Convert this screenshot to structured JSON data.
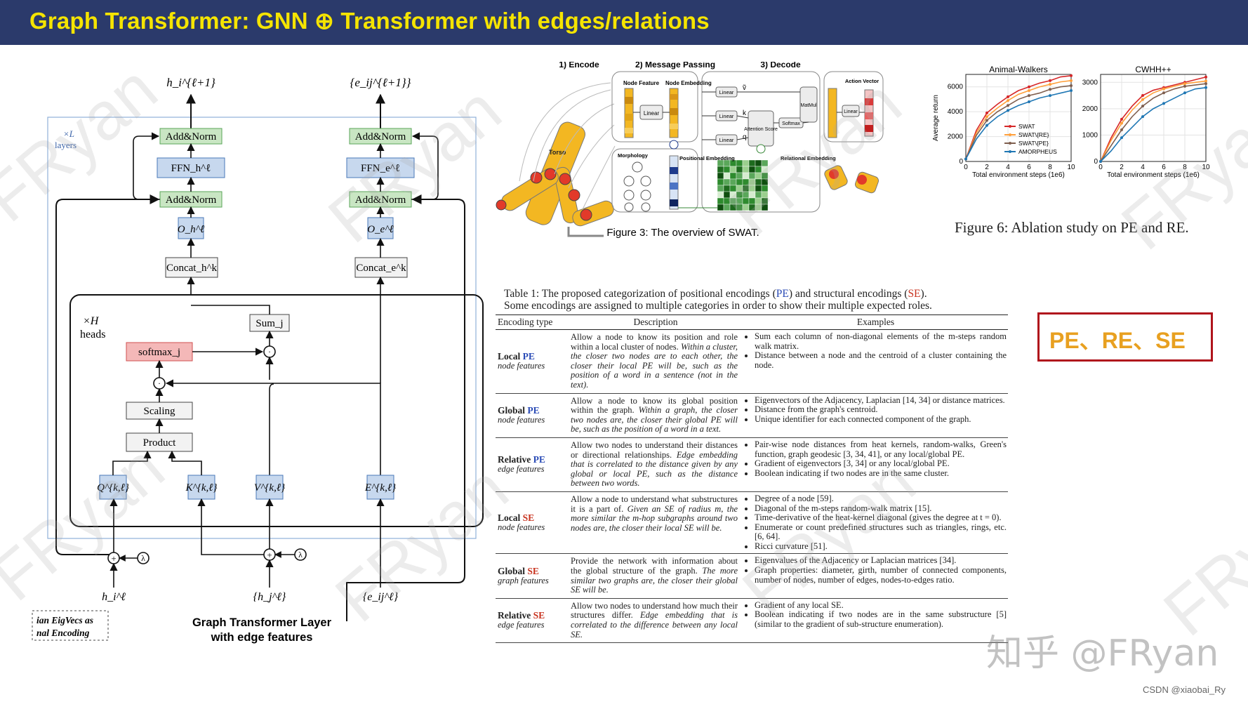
{
  "slide_title": "Graph Transformer: GNN ⊕ Transformer with edges/relations",
  "gt_layer": {
    "out_node": "h_i^{ℓ+1}",
    "out_edge": "{e_ij^{ℓ+1}}",
    "layers_label_1": "×L",
    "layers_label_2": "layers",
    "heads_label_1": "×H",
    "heads_label_2": "heads",
    "addnorm": "Add&Norm",
    "ffn_h": "FFN_h^ℓ",
    "ffn_e": "FFN_e^ℓ",
    "o_h": "O_h^ℓ",
    "o_e": "O_e^ℓ",
    "concat_h": "Concat_h^k",
    "concat_e": "Concat_e^k",
    "sum": "Sum_j",
    "softmax": "softmax_j",
    "scaling": "Scaling",
    "product": "Product",
    "q": "Q^{k,ℓ}",
    "k": "K^{k,ℓ}",
    "v": "V^{k,ℓ}",
    "e": "E^{k,ℓ}",
    "lambda": "λ",
    "in_h": "h_i^ℓ",
    "in_hj": "{h_j^ℓ}",
    "in_e": "{e_ij^ℓ}",
    "legend_1": "ian EigVecs as",
    "legend_2": "nal Encoding",
    "caption_1": "Graph Transformer Layer",
    "caption_2": "with edge features"
  },
  "swat": {
    "step1": "1) Encode",
    "step2": "2) Message Passing",
    "step3": "3) Decode",
    "node_feature": "Node Feature",
    "node_embedding": "Node Embedding",
    "linear": "Linear",
    "v": "ṽ",
    "k": "k",
    "q": "q",
    "attention": "Attention Score",
    "softmax": "Softmax",
    "matmul": "MatMul",
    "action_vector": "Action Vector",
    "torso": "Torso",
    "morphology": "Morphology",
    "positional": "Positional Embedding",
    "relational": "Relational Embedding",
    "caption": "Figure 3: The overview of SWAT."
  },
  "fig6": {
    "caption": "Figure 6: Ablation study on PE and RE.",
    "ylabel": "Average return",
    "xlabel": "Total environment steps (1e6)"
  },
  "chart_data": [
    {
      "type": "line",
      "title": "Animal-Walkers",
      "xlabel": "Total environment steps (1e6)",
      "ylabel": "Average return",
      "xlim": [
        0,
        10
      ],
      "ylim": [
        0,
        7000
      ],
      "xticks": [
        0,
        2,
        4,
        6,
        8,
        10
      ],
      "yticks": [
        0,
        2000,
        4000,
        6000
      ],
      "grid": true,
      "legend": "bottom-right",
      "x": [
        0,
        1,
        2,
        3,
        4,
        5,
        6,
        7,
        8,
        9,
        10
      ],
      "series": [
        {
          "name": "SWAT",
          "color": "#d62728",
          "values": [
            200,
            2500,
            3900,
            4600,
            5200,
            5700,
            6000,
            6300,
            6500,
            6800,
            6900
          ]
        },
        {
          "name": "SWAT\\{RE}",
          "color": "#ff9f3a",
          "values": [
            200,
            2300,
            3600,
            4300,
            4900,
            5400,
            5700,
            6000,
            6200,
            6400,
            6500
          ]
        },
        {
          "name": "SWAT\\{PE}",
          "color": "#7f5f4f",
          "values": [
            200,
            2100,
            3300,
            4000,
            4500,
            5000,
            5300,
            5500,
            5800,
            6000,
            6100
          ]
        },
        {
          "name": "AMORPHEUS",
          "color": "#1f77b4",
          "values": [
            200,
            1800,
            2900,
            3600,
            4100,
            4500,
            4800,
            5100,
            5300,
            5500,
            5700
          ]
        }
      ]
    },
    {
      "type": "line",
      "title": "CWHH++",
      "xlabel": "Total environment steps (1e6)",
      "ylabel": "",
      "xlim": [
        0,
        10
      ],
      "ylim": [
        0,
        3300
      ],
      "xticks": [
        0,
        2,
        4,
        6,
        8,
        10
      ],
      "yticks": [
        0,
        1000,
        2000,
        3000
      ],
      "grid": true,
      "x": [
        0,
        1,
        2,
        3,
        4,
        5,
        6,
        7,
        8,
        9,
        10
      ],
      "series": [
        {
          "name": "SWAT",
          "color": "#d62728",
          "values": [
            0,
            900,
            1600,
            2100,
            2500,
            2700,
            2800,
            2900,
            3000,
            3100,
            3200
          ]
        },
        {
          "name": "SWAT\\{RE}",
          "color": "#ff9f3a",
          "values": [
            0,
            800,
            1450,
            1950,
            2350,
            2600,
            2750,
            2850,
            2950,
            3000,
            3050
          ]
        },
        {
          "name": "SWAT\\{PE}",
          "color": "#7f5f4f",
          "values": [
            0,
            600,
            1200,
            1700,
            2100,
            2400,
            2600,
            2750,
            2850,
            2900,
            2950
          ]
        },
        {
          "name": "AMORPHEUS",
          "color": "#1f77b4",
          "values": [
            0,
            400,
            900,
            1300,
            1700,
            2000,
            2200,
            2400,
            2600,
            2750,
            2800
          ]
        }
      ]
    }
  ],
  "table1": {
    "caption_1a": "Table 1: The proposed categorization of positional encodings (",
    "caption_pe": "PE",
    "caption_1b": ") and structural encodings (",
    "caption_se": "SE",
    "caption_1c": ").",
    "caption_2": "Some encodings are assigned to multiple categories in order to show their multiple expected roles.",
    "headers": [
      "Encoding type",
      "Description",
      "Examples"
    ],
    "rows": [
      {
        "type_word": "Local",
        "type_tag": "PE",
        "type_sub": "node features",
        "desc_plain": "Allow a node to know its position and role within a local cluster of nodes.",
        "desc_italic": "Within a cluster, the closer two nodes are to each other, the closer their local PE will be, such as the position of a word in a sentence (not in the text).",
        "examples": [
          "Sum each column of non-diagonal elements of the m-steps random walk matrix.",
          "Distance between a node and the centroid of a cluster containing the node."
        ]
      },
      {
        "type_word": "Global",
        "type_tag": "PE",
        "type_sub": "node features",
        "desc_plain": "Allow a node to know its global position within the graph.",
        "desc_italic": "Within a graph, the closer two nodes are, the closer their global PE will be, such as the position of a word in a text.",
        "examples": [
          "Eigenvectors of the Adjacency, Laplacian [14, 34] or distance matrices.",
          "Distance from the graph's centroid.",
          "Unique identifier for each connected component of the graph."
        ]
      },
      {
        "type_word": "Relative",
        "type_tag": "PE",
        "type_sub": "edge features",
        "desc_plain": "Allow two nodes to understand their distances or directional relationships.",
        "desc_italic": "Edge embedding that is correlated to the distance given by any global or local PE, such as the distance between two words.",
        "examples": [
          "Pair-wise node distances from heat kernels, random-walks, Green's function, graph geodesic [3, 34, 41], or any local/global PE.",
          "Gradient of eigenvectors [3, 34] or any local/global PE.",
          "Boolean indicating if two nodes are in the same cluster."
        ]
      },
      {
        "type_word": "Local",
        "type_tag": "SE",
        "type_sub": "node features",
        "desc_plain": "Allow a node to understand what substructures it is a part of.",
        "desc_italic": "Given an SE of radius m, the more similar the m-hop subgraphs around two nodes are, the closer their local SE will be.",
        "examples": [
          "Degree of a node [59].",
          "Diagonal of the m-steps random-walk matrix [15].",
          "Time-derivative of the heat-kernel diagonal (gives the degree at t = 0).",
          "Enumerate or count predefined structures such as triangles, rings, etc. [6, 64].",
          "Ricci curvature [51]."
        ]
      },
      {
        "type_word": "Global",
        "type_tag": "SE",
        "type_sub": "graph features",
        "desc_plain": "Provide the network with information about the global structure of the graph.",
        "desc_italic": "The more similar two graphs are, the closer their global SE will be.",
        "examples": [
          "Eigenvalues of the Adjacency or Laplacian matrices [34].",
          "Graph properties: diameter, girth, number of connected components, number of nodes, number of edges, nodes-to-edges ratio."
        ]
      },
      {
        "type_word": "Relative",
        "type_tag": "SE",
        "type_sub": "edge features",
        "desc_plain": "Allow two nodes to understand how much their structures differ.",
        "desc_italic": "Edge embedding that is correlated to the difference between any local SE.",
        "examples": [
          "Gradient of any local SE.",
          "Boolean indicating if two nodes are in the same substructure [5] (similar to the gradient of sub-structure enumeration)."
        ]
      }
    ]
  },
  "callout": "PE、RE、SE",
  "watermark": "FRyan",
  "zhihu_watermark": "知乎 @FRyan",
  "csdn_watermark": "CSDN @xiaobai_Ry",
  "colors": {
    "title_bg": "#2b3a6b",
    "title_fg": "#f5e400",
    "addnorm_fill": "#c9e6c3",
    "blue_box_fill": "#c7d8ee",
    "softmax_fill": "#f4b8b8",
    "callout_border": "#b0141c",
    "callout_text": "#e8a020"
  }
}
